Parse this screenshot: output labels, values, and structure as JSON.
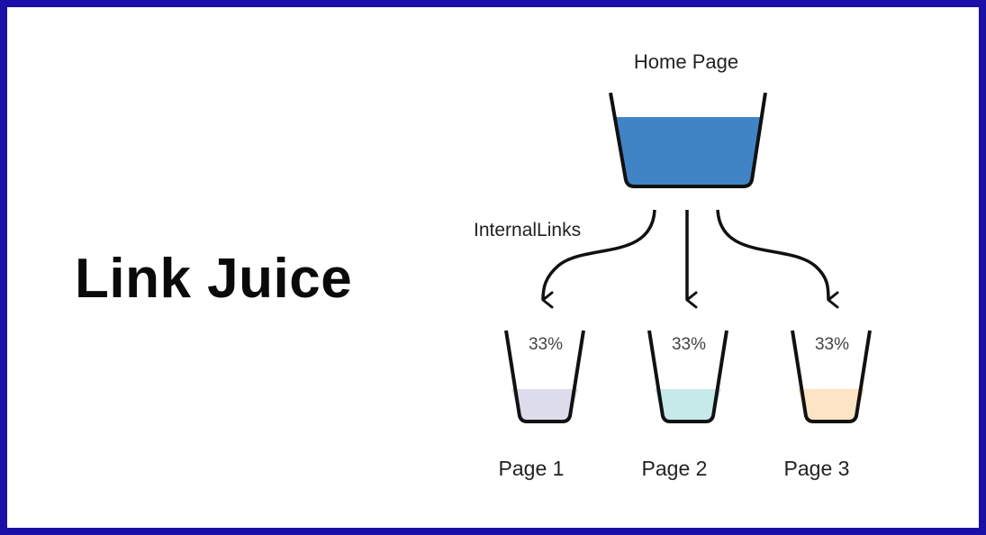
{
  "title": "Link Juice",
  "diagram": {
    "source": {
      "label": "Home Page",
      "fill_color": "#4084c6"
    },
    "edge_label": "InternalLinks",
    "targets": [
      {
        "label": "Page 1",
        "share": "33%",
        "fill_color": "#dcdcec"
      },
      {
        "label": "Page 2",
        "share": "33%",
        "fill_color": "#c6eaea"
      },
      {
        "label": "Page 3",
        "share": "33%",
        "fill_color": "#fde4c4"
      }
    ]
  }
}
